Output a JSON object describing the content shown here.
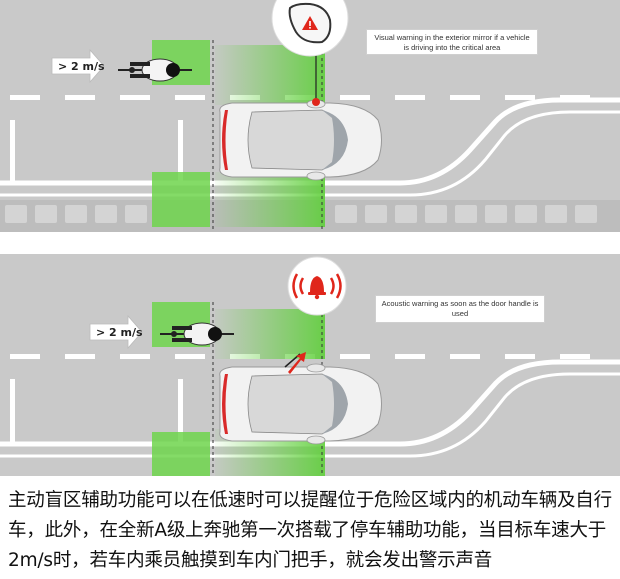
{
  "top_panel": {
    "speed_label": "> 2 m/s",
    "callout_text": "Visual warning in the exterior mirror if a vehicle is driving into the critical area",
    "icon": "mirror-warning-triangle-icon"
  },
  "bottom_panel": {
    "speed_label": "> 2 m/s",
    "callout_text": "Acoustic warning as soon as the door handle is used",
    "icon": "acoustic-bell-icon"
  },
  "caption": {
    "text": "主动盲区辅助功能可以在低速时可以提醒位于危险区域内的机动车辆及自行车，此外，在全新A级上奔驰第一次搭载了停车辅助功能，当目标车速大于2m/s时，若车内乘员触摸到车内门把手，就会发出警示声音"
  },
  "colors": {
    "road": "#c9c9c9",
    "zone_green": "#5fcf3a",
    "warning_red": "#e0261b",
    "lane_marking": "#ffffff"
  }
}
